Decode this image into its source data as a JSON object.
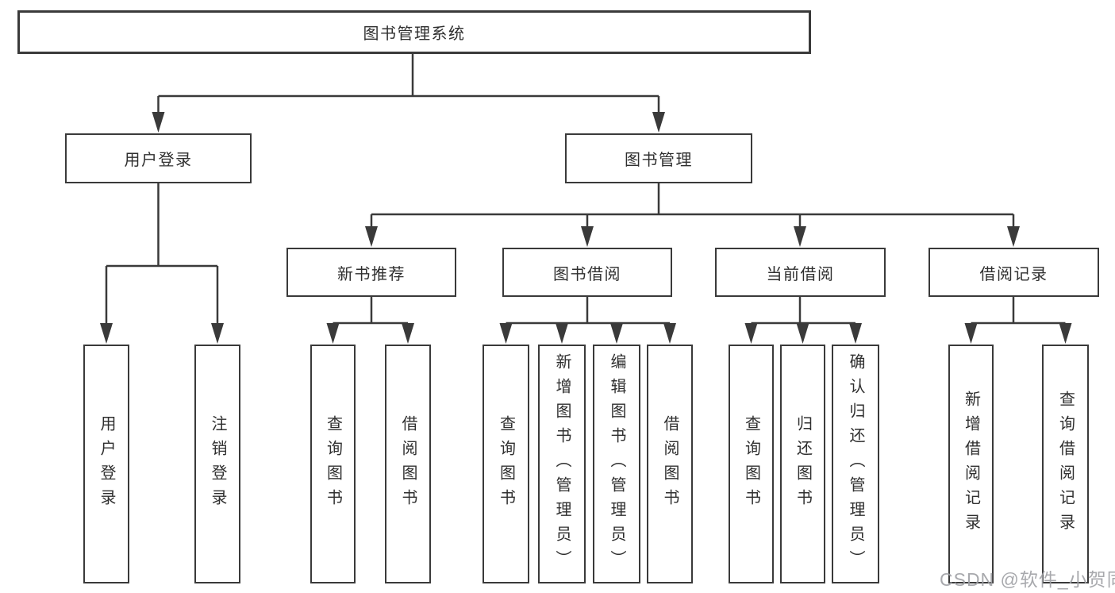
{
  "diagram": {
    "type": "function-structure-tree",
    "tree": {
      "label": "图书管理系统",
      "children": [
        {
          "label": "用户登录",
          "children": [
            {
              "label": "用户登录"
            },
            {
              "label": "注销登录"
            }
          ]
        },
        {
          "label": "图书管理",
          "children": [
            {
              "label": "新书推荐",
              "children": [
                {
                  "label": "查询图书"
                },
                {
                  "label": "借阅图书"
                }
              ]
            },
            {
              "label": "图书借阅",
              "children": [
                {
                  "label": "查询图书"
                },
                {
                  "label": "新增图书（管理员）"
                },
                {
                  "label": "编辑图书（管理员）"
                },
                {
                  "label": "借阅图书"
                }
              ]
            },
            {
              "label": "当前借阅",
              "children": [
                {
                  "label": "查询图书"
                },
                {
                  "label": "归还图书"
                },
                {
                  "label": "确认归还（管理员）"
                }
              ]
            },
            {
              "label": "借阅记录",
              "children": [
                {
                  "label": "新增借阅记录"
                },
                {
                  "label": "查询借阅记录"
                }
              ]
            }
          ]
        }
      ]
    },
    "colors": {
      "line": "#3a3a3a",
      "box_border": "#3a3a3a",
      "text": "#2f2f2f",
      "background": "#ffffff",
      "watermark": "#9ea0a4"
    }
  },
  "watermark": "CSDN @软件_小贺同学"
}
